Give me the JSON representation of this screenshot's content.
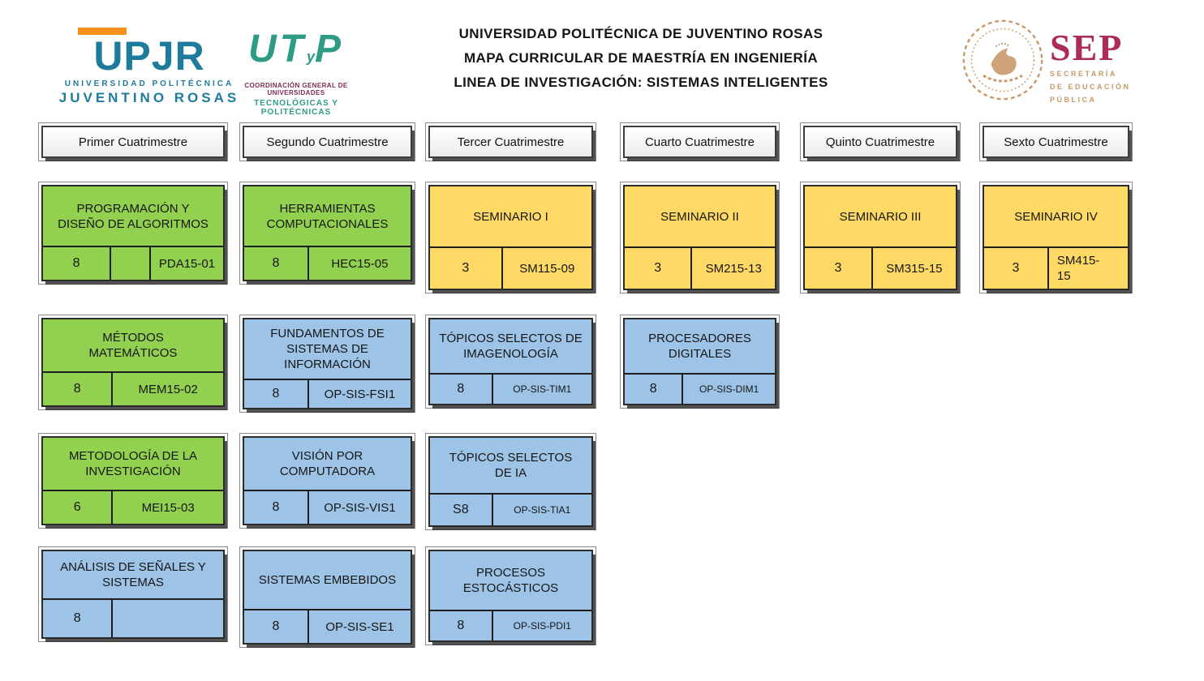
{
  "banner": {
    "title_line1": "UNIVERSIDAD POLITÉCNICA DE JUVENTINO ROSAS",
    "title_line2": "MAPA CURRICULAR DE MAESTRÍA EN INGENIERÍA",
    "title_line3": "LINEA DE INVESTIGACIÓN: SISTEMAS INTELIGENTES"
  },
  "logos": {
    "upjr": {
      "acronym": "UPJR",
      "line1": "UNIVERSIDAD POLITÉCNICA",
      "line2": "JUVENTINO ROSAS"
    },
    "utp": {
      "acronym_left": "UT",
      "acronym_small": "y",
      "acronym_right": "P",
      "line1": "COORDINACIÓN GENERAL DE UNIVERSIDADES",
      "line2": "TECNOLÓGICAS Y POLITÉCNICAS"
    },
    "sep": {
      "acronym": "SEP",
      "line1": "SECRETARÍA",
      "line2": "DE EDUCACIÓN",
      "line3": "PÚBLICA"
    }
  },
  "theme": {
    "green": "#92D050",
    "blue": "#9DC3E6",
    "yellow": "#FFD966",
    "upjr_teal": "#1E7B9C",
    "upjr_orange": "#F5921E",
    "utp_green": "#2E9B85",
    "utp_magenta": "#7C2B56",
    "sep_crimson": "#AC2B57",
    "sep_gold": "#C9996B"
  },
  "columns": [
    {
      "header": "Primer Cuatrimestre",
      "cards": [
        {
          "title": "PROGRAMACIÓN Y DISEÑO DE ALGORITMOS",
          "credits": "8",
          "mid": "",
          "code": "PDA15-01"
        },
        {
          "title": "MÉTODOS MATEMÁTICOS",
          "credits": "8",
          "code": "MEM15-02"
        },
        {
          "title": "METODOLOGÍA DE LA INVESTIGACIÓN",
          "credits": "6",
          "code": "MEI15-03"
        },
        {
          "title": "ANÁLISIS DE SEÑALES Y SISTEMAS",
          "credits": "8",
          "code": ""
        }
      ]
    },
    {
      "header": "Segundo Cuatrimestre",
      "cards": [
        {
          "title": "HERRAMIENTAS COMPUTACIONALES",
          "credits": "8",
          "code": "HEC15-05"
        },
        {
          "title": "FUNDAMENTOS DE SISTEMAS DE INFORMACIÓN",
          "credits": "8",
          "code": "OP-SIS-FSI1"
        },
        {
          "title": "VISIÓN POR COMPUTADORA",
          "credits": "8",
          "code": "OP-SIS-VIS1"
        },
        {
          "title": "SISTEMAS EMBEBIDOS",
          "credits": "8",
          "code": "OP-SIS-SE1"
        }
      ]
    },
    {
      "header": "Tercer Cuatrimestre",
      "cards": [
        {
          "title": "SEMINARIO I",
          "credits": "3",
          "code": "SM115-09"
        },
        {
          "title": "TÓPICOS SELECTOS DE IMAGENOLOGÍA",
          "credits": "8",
          "code": "OP-SIS-TIM1"
        },
        {
          "title": "TÓPICOS SELECTOS DE IA",
          "credits": "S8",
          "code": "OP-SIS-TIA1"
        },
        {
          "title": "PROCESOS ESTOCÁSTICOS",
          "credits": "8",
          "code": "OP-SIS-PDI1"
        }
      ]
    },
    {
      "header": "Cuarto Cuatrimestre",
      "cards": [
        {
          "title": "SEMINARIO II",
          "credits": "3",
          "code": "SM215-13"
        },
        {
          "title": "PROCESADORES DIGITALES",
          "credits": "8",
          "code": "OP-SIS-DIM1"
        }
      ]
    },
    {
      "header": "Quinto Cuatrimestre",
      "cards": [
        {
          "title": "SEMINARIO III",
          "credits": "3",
          "code": "SM315-15"
        }
      ]
    },
    {
      "header": "Sexto Cuatrimestre",
      "cards": [
        {
          "title": "SEMINARIO IV",
          "credits": "3",
          "code": "SM415-15"
        }
      ]
    }
  ]
}
